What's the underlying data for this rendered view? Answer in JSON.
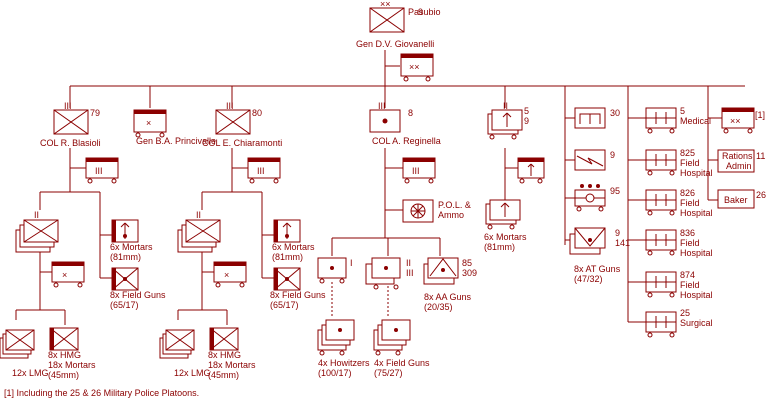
{
  "division": {
    "number": "9",
    "name": "Pasubio",
    "commander": "Gen D.V. Giovanelli"
  },
  "regiments": {
    "r79": {
      "number": "79",
      "commander": "COL R. Blasioli"
    },
    "staff": {
      "commander": "Gen B.A. Princivalle"
    },
    "r80": {
      "number": "80",
      "commander": "COL E. Chiaramonti"
    },
    "r8": {
      "number": "8",
      "commander": "COL A. Reginella"
    }
  },
  "units": {
    "mortars_79": [
      "6x Mortars",
      "(81mm)"
    ],
    "fieldguns_79": [
      "8x Field Guns",
      "(65/17)"
    ],
    "lmg_79": "12x LMG",
    "hmg_79": [
      "8x HMG",
      "18x Mortars",
      "(45mm)"
    ],
    "mortars_80": [
      "6x Mortars",
      "(81mm)"
    ],
    "fieldguns_80": [
      "8x Field Guns",
      "(65/17)"
    ],
    "lmg_80": "12x LMG",
    "hmg_80": [
      "8x HMG",
      "18x Mortars",
      "(45mm)"
    ],
    "pol": [
      "P.O.L. &",
      "Ammo"
    ],
    "bn_i": "I",
    "bn_ii": "II",
    "bn_iii": "III",
    "aa_nums": [
      "85",
      "309"
    ],
    "aa_guns": [
      "8x AA Guns",
      "(20/35)"
    ],
    "howitzers": [
      "4x Howitzers",
      "(100/17)"
    ],
    "fieldguns_75": [
      "4x Field Guns",
      "(75/27)"
    ],
    "mortar_bn_nums": [
      "5",
      "9"
    ],
    "mortars_5": [
      "6x Mortars",
      "(81mm)"
    ],
    "eng_30": "30",
    "sig_9": "9",
    "x95": "95",
    "at_nums": [
      "9",
      "141"
    ],
    "at_guns": [
      "8x AT Guns",
      "(47/32)"
    ],
    "med5": [
      "5",
      "Medical"
    ],
    "fh825": [
      "825",
      "Field",
      "Hospital"
    ],
    "fh826": [
      "826",
      "Field",
      "Hospital"
    ],
    "fh836": [
      "836",
      "Field",
      "Hospital"
    ],
    "fh874": [
      "874",
      "Field",
      "Hospital"
    ],
    "surg25": [
      "25",
      "Surgical"
    ],
    "hq_note": "[1]",
    "rations": [
      "Rations",
      "Admin"
    ],
    "rations_num": "11",
    "baker": "Baker",
    "baker_num": "26"
  },
  "footnote": "[1] Including the 25 & 26 Military Police Platoons."
}
